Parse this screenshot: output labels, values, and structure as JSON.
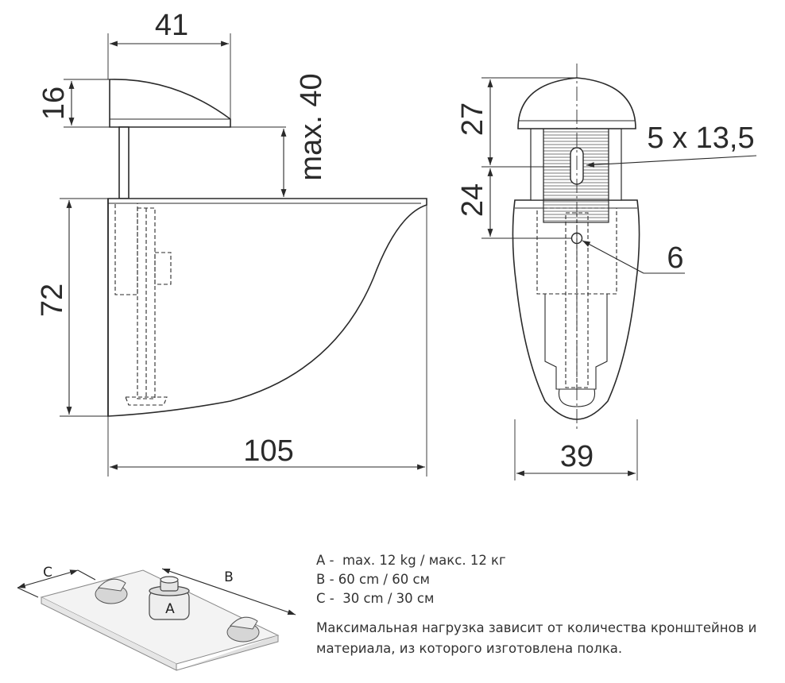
{
  "dimensions": {
    "width_top": "41",
    "top_height": "16",
    "max_gap": "max. 40",
    "body_height": "72",
    "length": "105",
    "cap_height": "27",
    "slot_height": "24",
    "slot_size": "5 x 13,5",
    "hole_size": "6",
    "width": "39"
  },
  "shelf_labels": {
    "c": "C",
    "b": "B",
    "a": "A"
  },
  "legend": {
    "a": "A -  max. 12 kg / макс. 12 кг",
    "b": "B - 60 cm / 60 см",
    "c": "C -  30 cm / 30 см"
  },
  "note": "Максимальная нагрузка зависит от количества кронштейнов и материала, из которого изготовлена полка."
}
